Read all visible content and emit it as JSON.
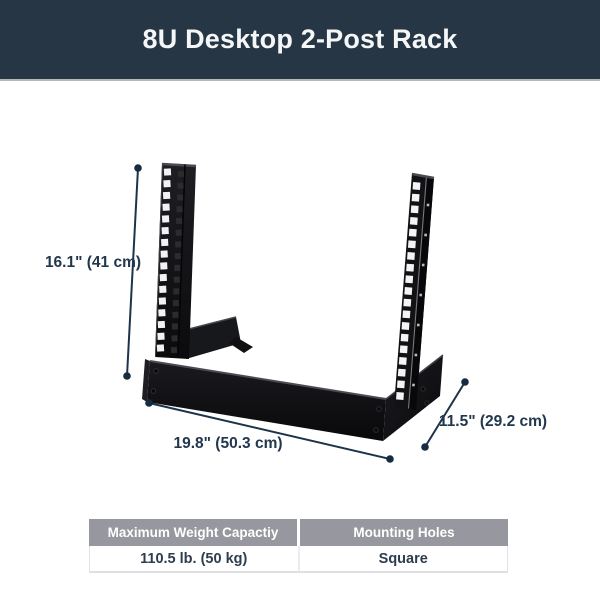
{
  "header": {
    "title": "8U Desktop 2-Post Rack",
    "background": "#263645",
    "text_color": "#f4f6f7",
    "divider_color": "#b4b8bb"
  },
  "diagram": {
    "product": "8U desktop 2-post open-frame rack, black steel, square mounting holes",
    "rack_color": "#121215",
    "annotation": {
      "line_color": "#1d3349",
      "dot_color": "#182c40",
      "label_color": "#22374d"
    },
    "dimensions": {
      "height": "16.1\" (41 cm)",
      "width": "19.8\" (50.3 cm)",
      "depth": "11.5\" (29.2 cm)"
    }
  },
  "spec_table": {
    "header_background": "#97979f",
    "header_text_color": "#ffffff",
    "value_text_color": "#2e3d4e",
    "columns": [
      "Maximum Weight Capactiy",
      "Mounting Holes"
    ],
    "rows": [
      [
        "110.5 lb. (50 kg)",
        "Square"
      ]
    ]
  }
}
